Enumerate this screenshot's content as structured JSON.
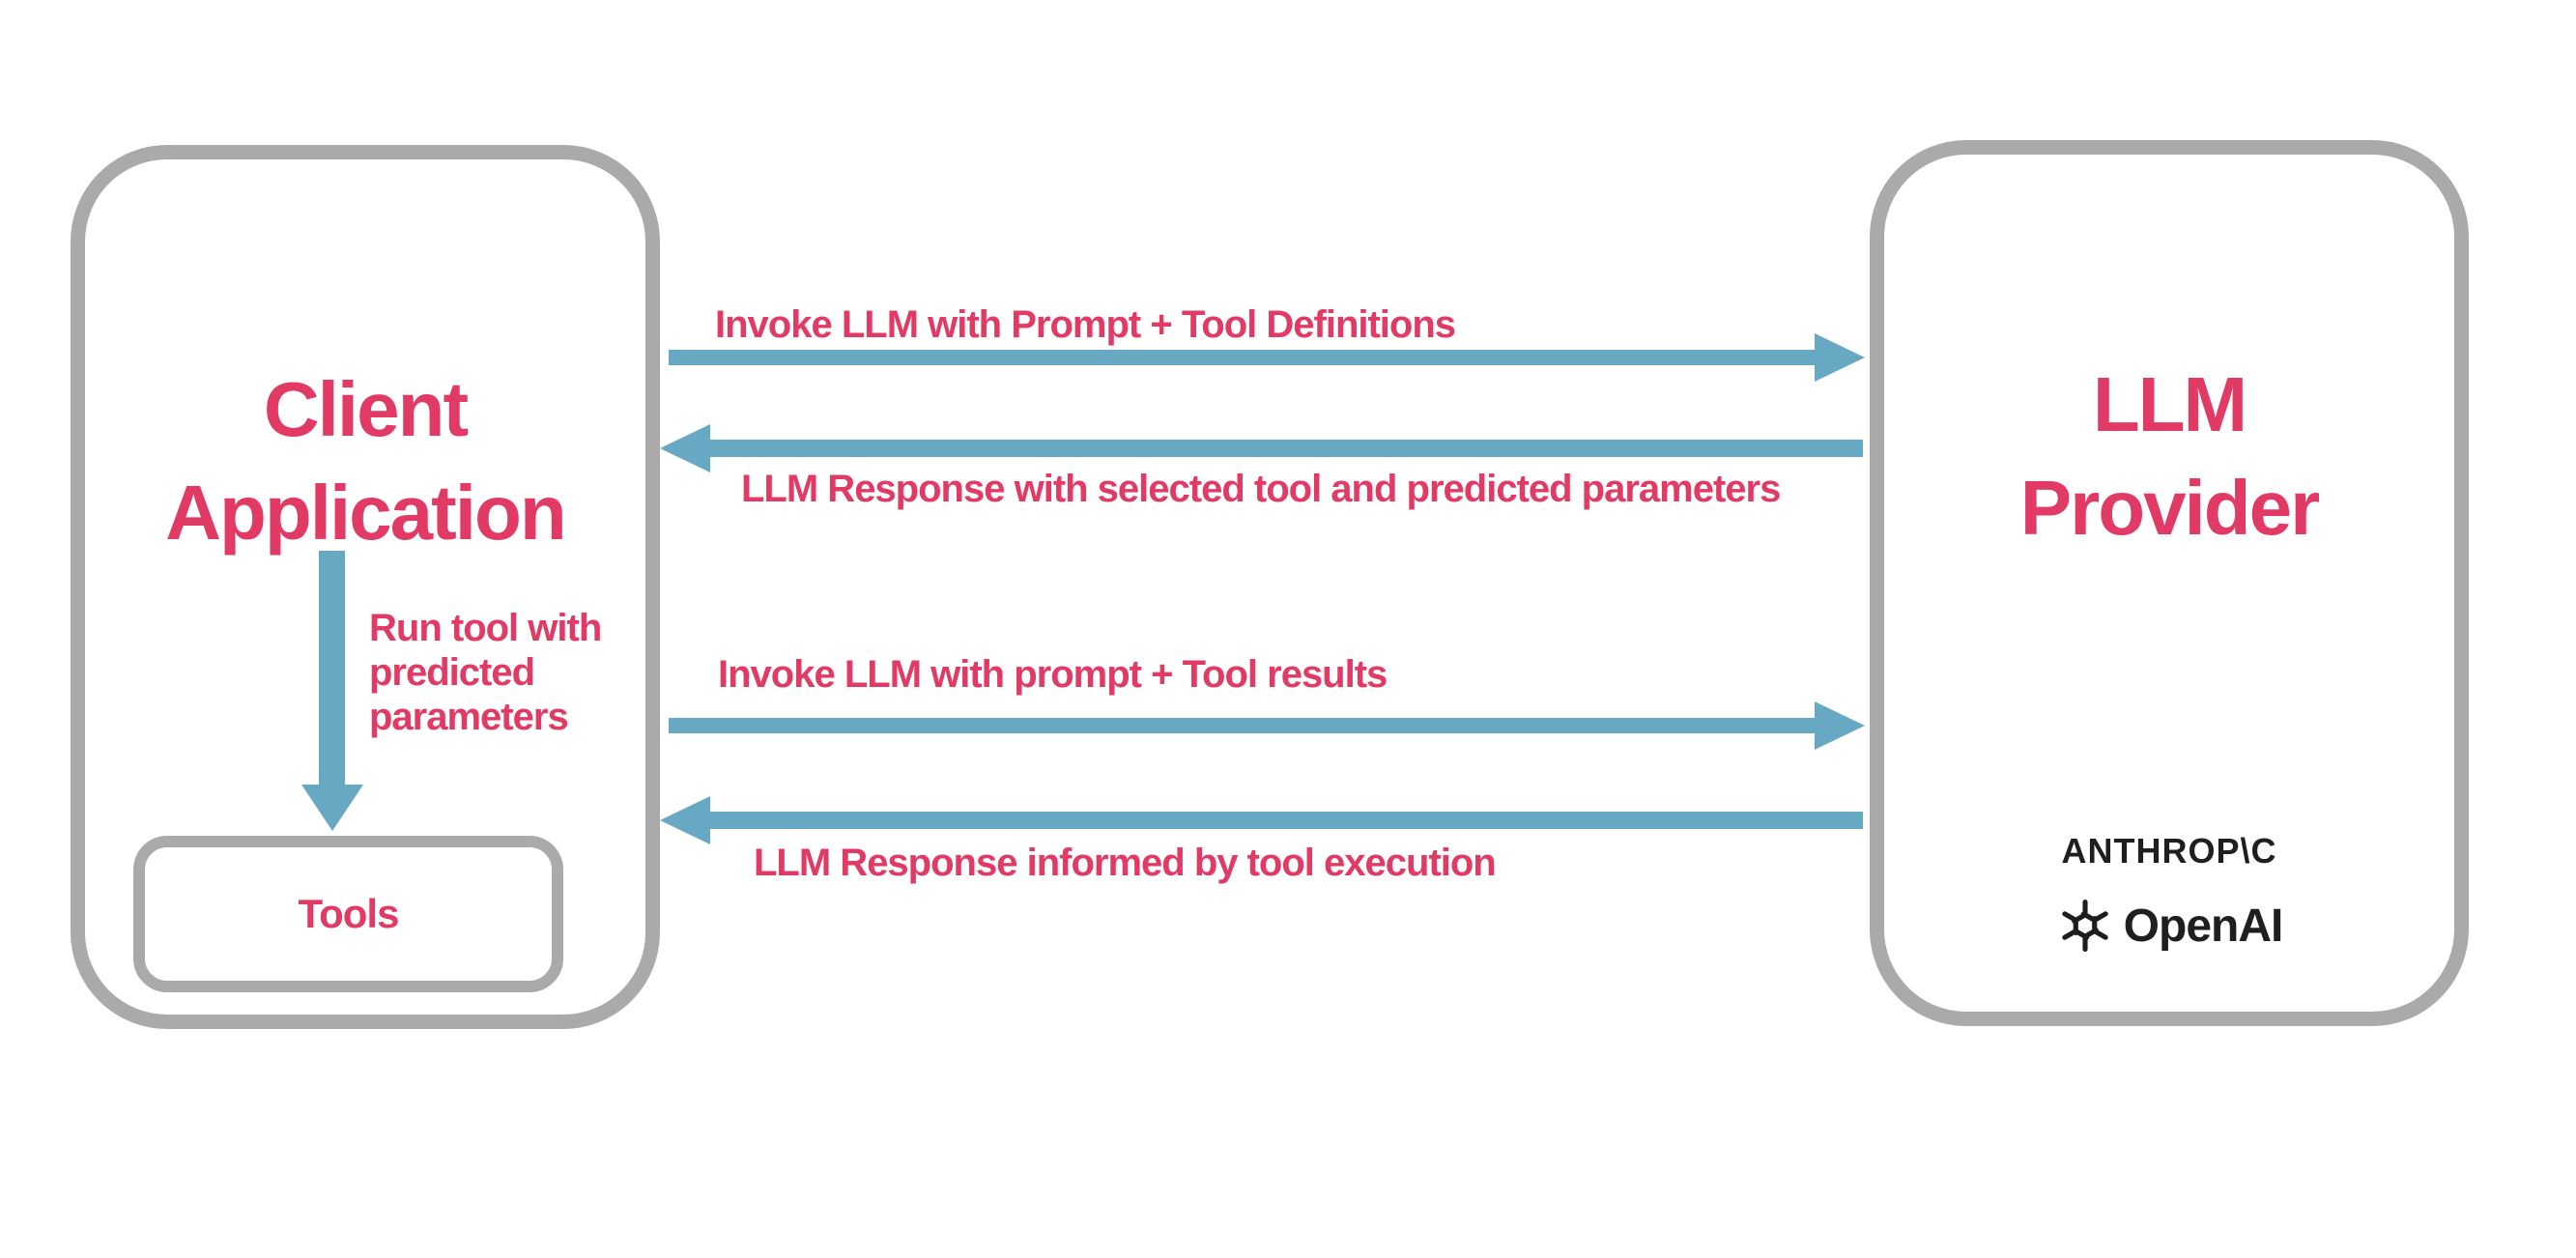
{
  "colors": {
    "accent_pink": "#E03A65",
    "arrow_blue": "#67A8C2",
    "box_border_gray": "#AAAAAA",
    "logo_black": "#1F1F1F"
  },
  "client_box": {
    "title": "Client\nApplication",
    "tools_box": {
      "label": "Tools"
    }
  },
  "llm_box": {
    "title": "LLM\nProvider",
    "anthropic_logo_text": "ANTHROP\\C",
    "openai_logo_text": "OpenAI"
  },
  "arrows": [
    {
      "direction": "right",
      "label": "Invoke LLM with Prompt + Tool Definitions"
    },
    {
      "direction": "left",
      "label": "LLM Response with selected tool and predicted parameters"
    },
    {
      "direction": "right",
      "label": "Invoke LLM with prompt + Tool results"
    },
    {
      "direction": "left",
      "label": "LLM Response informed by tool execution"
    },
    {
      "direction": "down",
      "label": "Run tool with\npredicted\nparameters"
    }
  ]
}
